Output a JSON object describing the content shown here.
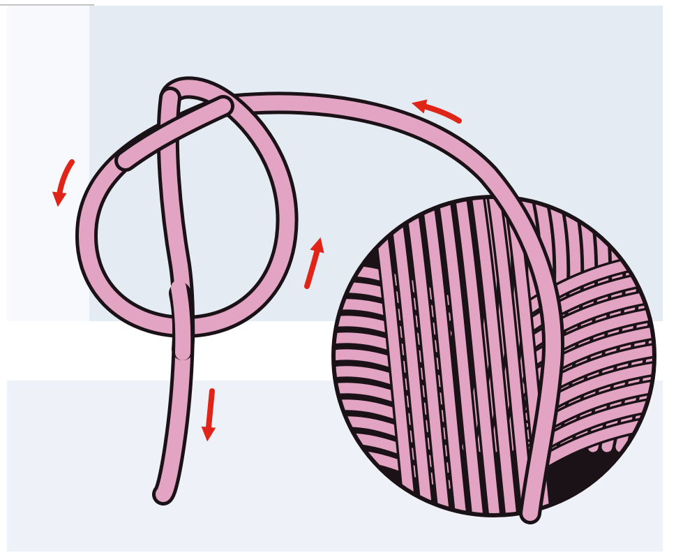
{
  "illustration": {
    "subject": "yarn-ball-with-loop",
    "colors": {
      "yarn": "#e3a3c3",
      "outline": "#1a1216",
      "arrow": "#e02418",
      "background_upper": "#e5ebf3",
      "background_lower": "#eef2f8",
      "background_left_strip": "#f7f9fc"
    },
    "arrows": [
      {
        "name": "arrow-top-right",
        "direction": "left"
      },
      {
        "name": "arrow-left",
        "direction": "down"
      },
      {
        "name": "arrow-center",
        "direction": "up"
      },
      {
        "name": "arrow-bottom",
        "direction": "down"
      }
    ]
  }
}
